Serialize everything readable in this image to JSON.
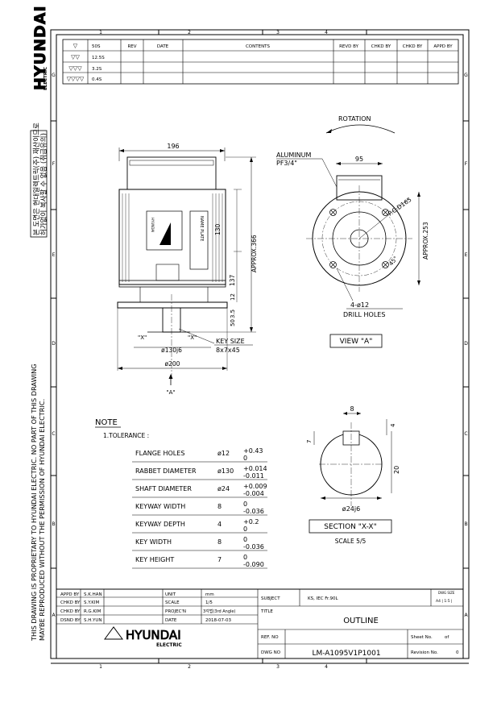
{
  "border": {
    "columns": [
      "1",
      "2",
      "3",
      "4"
    ],
    "rows": [
      "G",
      "F",
      "E",
      "D",
      "C",
      "B",
      "A"
    ]
  },
  "side_left": {
    "brand": "HYUNDAI",
    "brand_sub": "ELECTRIC",
    "korean_line1": "본 도면은 현대일렉트릭(주) 재산이므로",
    "korean_line2": "허가없이 복사할 수 없음 (취급유의)",
    "notice_line1": "THIS DRAWING IS PROPRIETARY TO HYUNDAI ELECTRIC. NO PART OF THIS DRAWING",
    "notice_line2": "MAYBE REPRODUCED WITHOUT THE PERMISSION OF HYUNDAI ELECTRIC."
  },
  "roughness": {
    "rows": [
      {
        "symbol": "▽",
        "value": "50S"
      },
      {
        "symbol": "▽▽",
        "value": "12.5S"
      },
      {
        "symbol": "▽▽▽",
        "value": "3.2S"
      },
      {
        "symbol": "▽▽▽▽",
        "value": "0.4S"
      }
    ]
  },
  "revision": {
    "headers": [
      "REV",
      "DATE",
      "CONTENTS",
      "REVD BY",
      "CHKD BY",
      "CHKD BY",
      "APPD BY"
    ]
  },
  "drawing": {
    "rotation": "ROTATION",
    "dim_196": "196",
    "dim_95": "95",
    "aluminum": "ALUMINUM",
    "pf": "PF3/4\"",
    "pcd": "P.C.D165",
    "approx253": "APPROX.253",
    "approx366": "APPROX.366",
    "dim_130": "130",
    "dim_137": "137",
    "dim_12": "12",
    "dim_35": "3.5",
    "dim_50": "50",
    "angle45": "45°",
    "holes1": "4-ø12",
    "holes2": "DRILL HOLES",
    "view_a": "VIEW \"A\"",
    "key_size": "KEY SIZE",
    "key_dim": "8x7x45",
    "x_mark": "\"X\"",
    "dia130": "ø130j6",
    "dia200": "ø200",
    "a_mark": "\"A\"",
    "name_plate": "NAME PLATE",
    "brand_small": "HYUNDAI",
    "sec_8": "8",
    "sec_4": "4",
    "sec_7": "7",
    "sec_20": "20",
    "sec_dia": "ø24j6",
    "section": "SECTION \"X-X\"",
    "scale_note": "SCALE 5/5"
  },
  "note": {
    "title": "NOTE",
    "subtitle": "1.TOLERANCE :",
    "rows": [
      {
        "label": "FLANGE HOLES",
        "value": "ø12",
        "upper": "+0.43",
        "lower": "0"
      },
      {
        "label": "RABBET DIAMETER",
        "value": "ø130",
        "upper": "+0.014",
        "lower": "-0.011"
      },
      {
        "label": "SHAFT DIAMETER",
        "value": "ø24",
        "upper": "+0.009",
        "lower": "-0.004"
      },
      {
        "label": "KEYWAY WIDTH",
        "value": "8",
        "upper": "0",
        "lower": "-0.036"
      },
      {
        "label": "KEYWAY DEPTH",
        "value": "4",
        "upper": "+0.2",
        "lower": "0"
      },
      {
        "label": "KEY WIDTH",
        "value": "8",
        "upper": "0",
        "lower": "-0.036"
      },
      {
        "label": "KEY HEIGHT",
        "value": "7",
        "upper": "0",
        "lower": "-0.090"
      }
    ]
  },
  "title_block": {
    "people": [
      {
        "role": "APPD BY",
        "name": "S.K.HAN",
        "key": "UNIT",
        "val": "mm"
      },
      {
        "role": "CHKD BY",
        "name": "S.Y.KIM",
        "key": "SCALE",
        "val": "1/5"
      },
      {
        "role": "CHKD BY",
        "name": "R.G.KIM",
        "key": "PROJEC'N",
        "val": "3각법(3rd Angle)"
      },
      {
        "role": "DSND BY",
        "name": "S.H.YUN",
        "key": "DATE",
        "val": "2018-07-03"
      }
    ],
    "subject_label": "SUBJECT",
    "subject": "KS, IEC Fr.90L",
    "dwg_size_label": "DWG SIZE",
    "dwg_size": "A4 | 1:5 |",
    "title_label": "TITLE",
    "title": "OUTLINE",
    "ref_label": "REF. NO",
    "sheet_label": "Sheet No.",
    "sheet_of": "of",
    "dwg_label": "DWG NO",
    "dwg_no": "LM-A1095V1P1001",
    "revision_label": "Revision No.",
    "revision_no": "0",
    "logo": "HYUNDAI",
    "logo_sub": "ELECTRIC"
  }
}
